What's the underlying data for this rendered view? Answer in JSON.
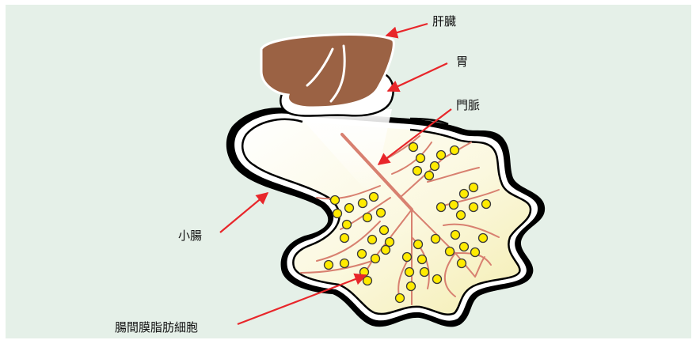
{
  "labels": {
    "liver": "肝臓",
    "stomach": "胃",
    "portal_vein": "門脈",
    "small_intestine": "小腸",
    "mesenteric_fat_cells": "腸間膜脂肪細胞"
  },
  "colors": {
    "background": "#e5f0e8",
    "liver": "#9b6244",
    "intestine_outline": "#000000",
    "mesentery_fill": "#faf7d8",
    "vessel": "#d88070",
    "fat_cell": "#ffeb00",
    "arrow": "#e8262a"
  }
}
